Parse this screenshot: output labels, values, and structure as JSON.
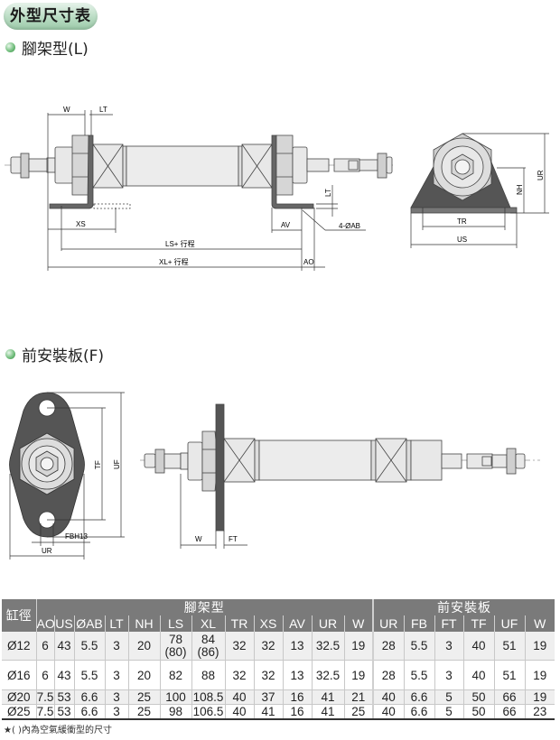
{
  "title": "外型尺寸表",
  "section_l": {
    "label": "腳架型(L)"
  },
  "section_f": {
    "label": "前安裝板(F)"
  },
  "diagram_l": {
    "labels": {
      "W": "W",
      "LT": "LT",
      "XS": "XS",
      "LS": "LS+ 行程",
      "XL": "XL+ 行程",
      "AO": "AO",
      "AV": "AV",
      "AB": "4-ØAB",
      "LT2": "LT",
      "TR": "TR",
      "US": "US",
      "NH": "NH",
      "UR": "UR"
    }
  },
  "diagram_f": {
    "labels": {
      "TF": "TF",
      "UF": "UF",
      "FBH": "FBH13",
      "UR": "UR",
      "W": "W",
      "FT": "FT"
    }
  },
  "colors": {
    "header_bg": "#7a7a7a",
    "row_shade": "#efefef",
    "pill_green": "#9ccaa9",
    "plate": "#555555"
  },
  "table": {
    "bore_header": "缸徑",
    "group_l": "腳架型",
    "group_f": "前安裝板",
    "columns_l": [
      "AO",
      "US",
      "ØAB",
      "LT",
      "NH",
      "LS",
      "XL",
      "TR",
      "XS",
      "AV",
      "UR",
      "W"
    ],
    "columns_f": [
      "UR",
      "FB",
      "FT",
      "TF",
      "UF",
      "W"
    ],
    "rows": [
      {
        "bore": "Ø12",
        "l": [
          "6",
          "43",
          "5.5",
          "3",
          "20",
          "78\n(80)",
          "84\n(86)",
          "32",
          "32",
          "13",
          "32.5",
          "19"
        ],
        "f": [
          "28",
          "5.5",
          "3",
          "40",
          "51",
          "19"
        ]
      },
      {
        "bore": "Ø16",
        "l": [
          "6",
          "43",
          "5.5",
          "3",
          "20",
          "82",
          "88",
          "32",
          "32",
          "13",
          "32.5",
          "19"
        ],
        "f": [
          "28",
          "5.5",
          "3",
          "40",
          "51",
          "19"
        ]
      },
      {
        "bore": "Ø20",
        "l": [
          "7.5",
          "53",
          "6.6",
          "3",
          "25",
          "100",
          "108.5",
          "40",
          "37",
          "16",
          "41",
          "21"
        ],
        "f": [
          "40",
          "6.6",
          "5",
          "50",
          "66",
          "19"
        ]
      },
      {
        "bore": "Ø25",
        "l": [
          "7.5",
          "53",
          "6.6",
          "3",
          "25",
          "98",
          "106.5",
          "40",
          "41",
          "16",
          "41",
          "25"
        ],
        "f": [
          "40",
          "6.6",
          "5",
          "50",
          "66",
          "23"
        ]
      }
    ]
  },
  "note": "★(   )內為空氣緩衝型的尺寸"
}
